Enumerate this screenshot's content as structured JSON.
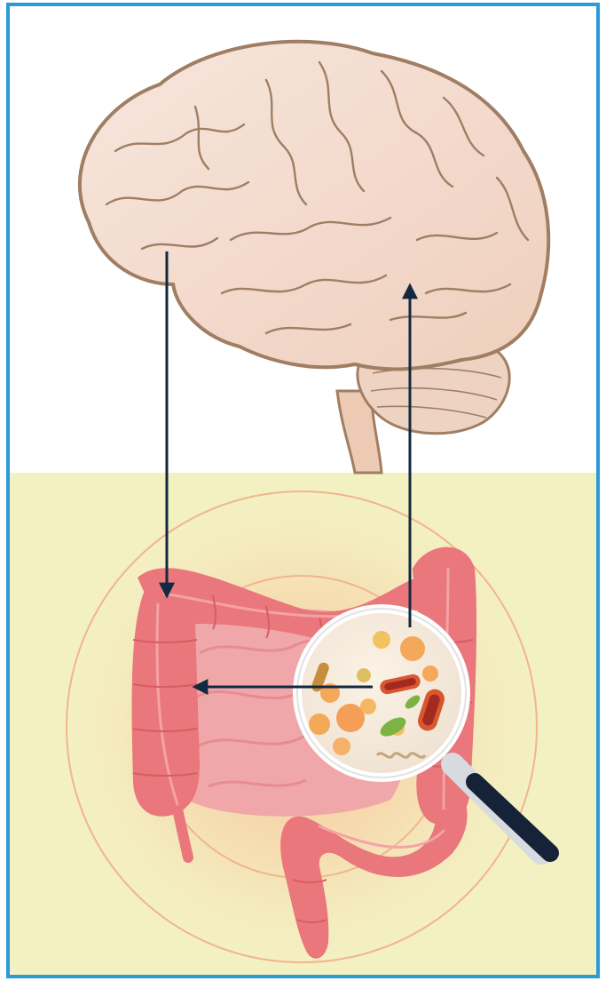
{
  "diagram": {
    "nodes": [
      {
        "id": "brain",
        "icon": "brain-icon"
      },
      {
        "id": "gut",
        "icon": "intestine-icon"
      },
      {
        "id": "microbiota",
        "icon": "magnifier-microbes-icon"
      }
    ],
    "edges": [
      {
        "from": "brain",
        "to": "gut",
        "direction": "down"
      },
      {
        "from": "microbiota",
        "to": "brain",
        "direction": "up"
      },
      {
        "from": "microbiota",
        "to": "gut",
        "direction": "left"
      }
    ]
  },
  "colors": {
    "frame_border": "#2a9bd6",
    "gut_panel": "#f3f0c2",
    "arrow": "#12293f",
    "brain_fill": "#f5dfd4",
    "brain_outline": "#a07e63",
    "intestine": "#e9777b",
    "small_intestine": "#f0a7aa",
    "rings": "#f2b58c"
  }
}
